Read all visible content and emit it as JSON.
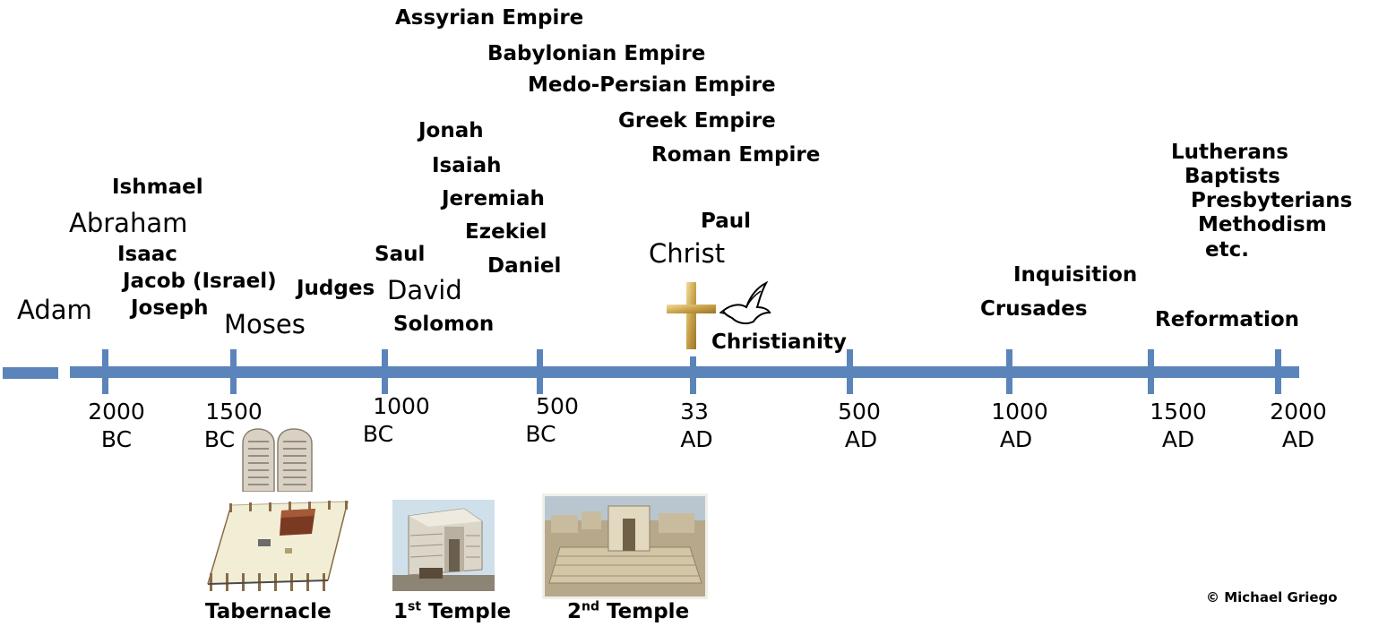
{
  "timeline": {
    "people": {
      "adam": "Adam",
      "ishmael": "Ishmael",
      "abraham": "Abraham",
      "isaac": "Isaac",
      "jacob": "Jacob (Israel)",
      "joseph": "Joseph",
      "moses": "Moses",
      "judges": "Judges",
      "saul": "Saul",
      "david": "David",
      "solomon": "Solomon",
      "jonah": "Jonah",
      "isaiah": "Isaiah",
      "jeremiah": "Jeremiah",
      "ezekiel": "Ezekiel",
      "daniel": "Daniel",
      "christ": "Christ",
      "paul": "Paul"
    },
    "empires": {
      "assyrian": "Assyrian Empire",
      "babylonian": "Babylonian Empire",
      "medo_persian": "Medo-Persian Empire",
      "greek": "Greek Empire",
      "roman": "Roman Empire"
    },
    "events": {
      "christianity": "Christianity",
      "inquisition": "Inquisition",
      "crusades": "Crusades",
      "reformation": "Reformation"
    },
    "denominations": {
      "lutherans": "Lutherans",
      "baptists": "Baptists",
      "presbyterians": "Presbyterians",
      "methodism": "Methodism",
      "etc": "etc."
    },
    "ticks": [
      {
        "year": "2000",
        "era": "BC"
      },
      {
        "year": "1500",
        "era": "BC"
      },
      {
        "year": "1000",
        "era": "BC"
      },
      {
        "year": "500",
        "era": "BC"
      },
      {
        "year": "33",
        "era": "AD"
      },
      {
        "year": "500",
        "era": "AD"
      },
      {
        "year": "1000",
        "era": "AD"
      },
      {
        "year": "1500",
        "era": "AD"
      },
      {
        "year": "2000",
        "era": "AD"
      }
    ],
    "structures": {
      "tabernacle": "Tabernacle",
      "first_temple_num": "1",
      "first_temple_sup": "st",
      "first_temple_word": " Temple",
      "second_temple_num": "2",
      "second_temple_sup": "nd",
      "second_temple_word": " Temple"
    },
    "copyright": "© Michael Griego",
    "colors": {
      "axis": "#5b84bb",
      "cross": "#c9a24a"
    },
    "icons": [
      "cross-icon",
      "dove-icon",
      "commandment-tablets",
      "tabernacle-picture",
      "first-temple-picture",
      "second-temple-picture"
    ]
  }
}
